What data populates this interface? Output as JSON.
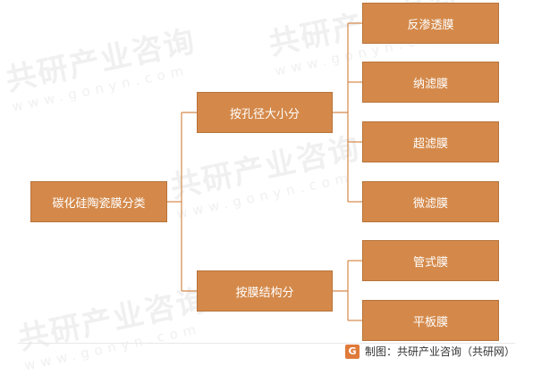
{
  "watermark": {
    "text": "共研产业咨询",
    "subtext": "www.gonyn.com"
  },
  "diagram": {
    "root": "碳化硅陶瓷膜分类",
    "branches": [
      {
        "label": "按孔径大小分",
        "children": [
          "反渗透膜",
          "纳滤膜",
          "超滤膜",
          "微滤膜"
        ]
      },
      {
        "label": "按膜结构分",
        "children": [
          "管式膜",
          "平板膜"
        ]
      }
    ]
  },
  "source": {
    "logo": "G",
    "text": "制图：共研产业咨询（共研网）"
  },
  "colors": {
    "node_fill": "#d4894a",
    "line": "#d4894a"
  }
}
